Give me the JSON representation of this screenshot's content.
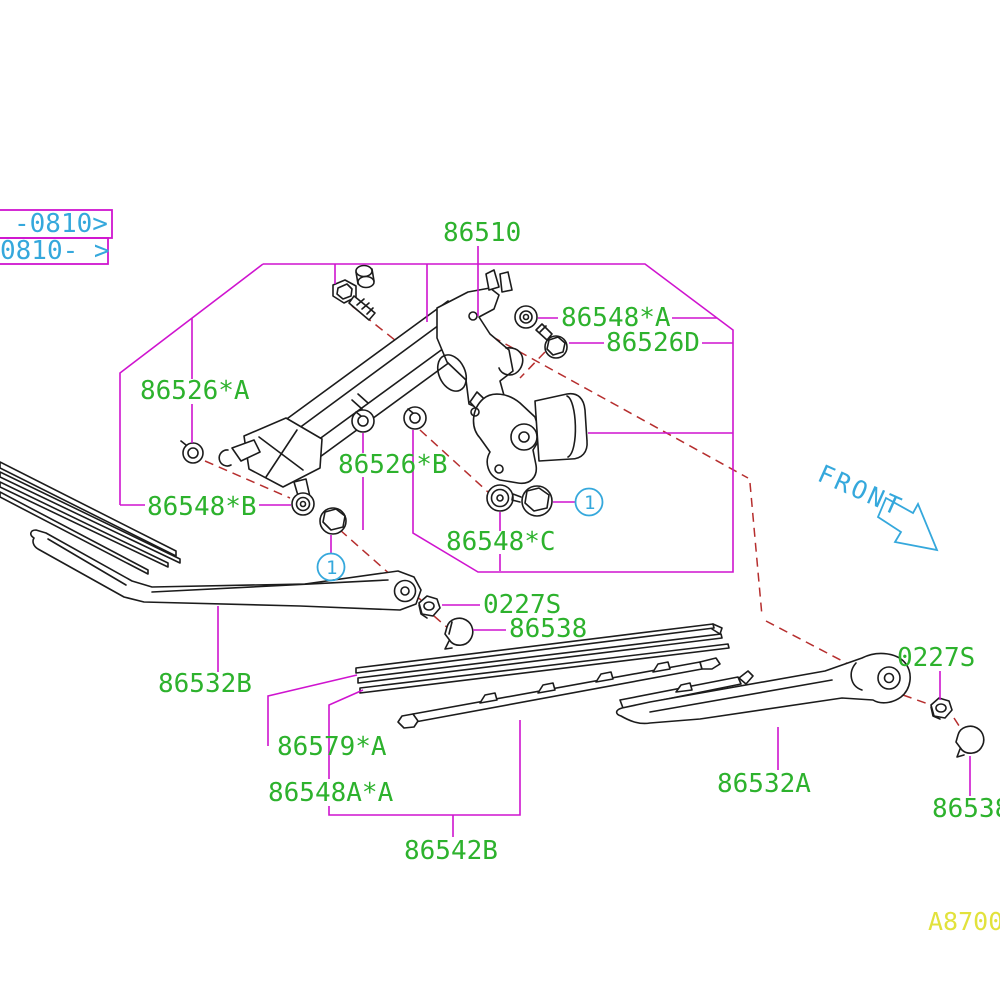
{
  "diagram": {
    "revision_box": {
      "row1": "-0810>",
      "row2": "0810- >"
    },
    "front_indicator": "FRONT",
    "sheet_code": "A8700",
    "callouts": {
      "circle_1": "1"
    },
    "part_labels": {
      "wiper_assembly": "86510",
      "grommet_a": "86548*A",
      "bolt_d": "86526D",
      "pivot_cushion_a": "86526*A",
      "pivot_cushion_b": "86526*B",
      "grommet_b": "86548*B",
      "grommet_c": "86548*C",
      "nut_left": "0227S",
      "pivot_cap_left": "86538",
      "wiper_arm_left": "86532B",
      "blade_rubber": "86579*A",
      "blade_clip": "86548A*A",
      "blade_assembly": "86542B",
      "wiper_arm_right": "86532A",
      "nut_right": "0227S",
      "pivot_cap_right": "86538"
    },
    "colors": {
      "label_green": "#2db22d",
      "leader_magenta": "#cf14cf",
      "hidden_line_red": "#b62e2e",
      "accent_cyan": "#35a8dc",
      "sheet_yellow": "#e2e23c",
      "drawing_black": "#1c1c1c",
      "background": "#ffffff"
    }
  }
}
